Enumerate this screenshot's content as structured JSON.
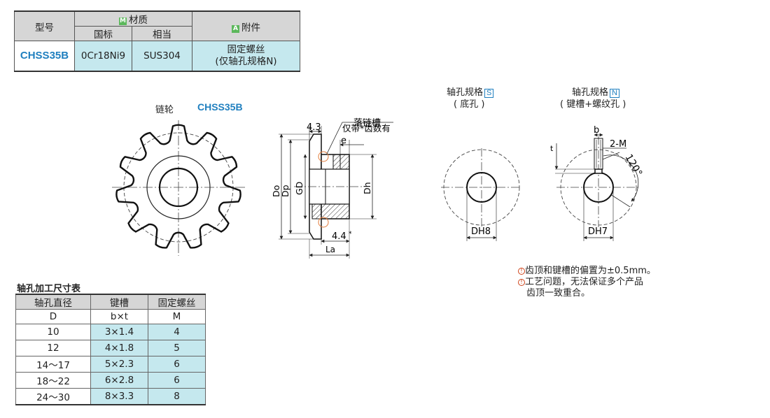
{
  "spec_table": {
    "headers": {
      "model": "型号",
      "material": "材质",
      "material_badge": "M",
      "gb": "国标",
      "equivalent": "相当",
      "accessory": "附件",
      "accessory_badge": "A"
    },
    "row": {
      "model": "CHSS35B",
      "gb": "0Cr18Ni9",
      "equivalent": "SUS304",
      "accessory_line1": "固定螺丝",
      "accessory_line2": "(仅轴孔规格N)"
    }
  },
  "drawing": {
    "title": "链轮",
    "model": "CHSS35B",
    "dims": {
      "d43": "4.3",
      "d44": "4.4",
      "asterisk": "*",
      "e": "e",
      "do": "Do",
      "dp": "Dp",
      "gd": "GD",
      "dh": "Dh",
      "la": "La",
      "chain_groove": "落链槽",
      "chain_groove_note": "仅带*齿数有"
    },
    "spec_s": {
      "title": "轴孔规格",
      "code": "S",
      "sub": "( 底孔 )",
      "dim": "DH8"
    },
    "spec_n": {
      "title": "轴孔规格",
      "code": "N",
      "sub": "( 键槽+螺纹孔 )",
      "b": "b",
      "t": "t",
      "m": "2-M",
      "angle": "120°",
      "dim": "DH7"
    }
  },
  "notes": [
    "齿顶和键槽的偏置为±0.5mm。",
    "工艺问题，无法保证多个产品",
    "齿顶一致重合。"
  ],
  "note_icon": "!",
  "shaft_table": {
    "title": "轴孔加工尺寸表",
    "headers": [
      "轴孔直径",
      "键槽",
      "固定螺丝"
    ],
    "subheaders": [
      "D",
      "b×t",
      "M"
    ],
    "rows": [
      [
        "10",
        "3×1.4",
        "4"
      ],
      [
        "12",
        "4×1.8",
        "5"
      ],
      [
        "14～17",
        "5×2.3",
        "6"
      ],
      [
        "18～22",
        "6×2.8",
        "6"
      ],
      [
        "24～30",
        "8×3.3",
        "8"
      ]
    ]
  },
  "colors": {
    "accent_blue": "#1f7fbf",
    "cell_cyan": "#c5e8ee",
    "header_gray": "#d6d6d6",
    "badge_green": "#5cb85c",
    "note_red": "#d0451b"
  }
}
